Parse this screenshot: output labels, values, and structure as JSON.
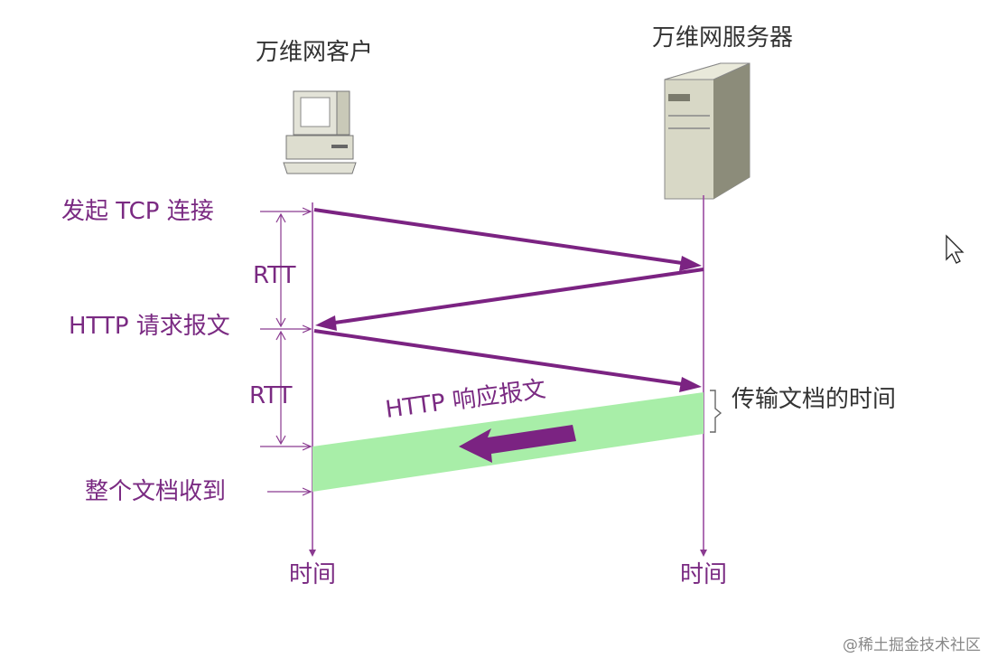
{
  "labels": {
    "client_title": "万维网客户",
    "server_title": "万维网服务器",
    "tcp_connect": "发起 TCP 连接",
    "rtt_1": "RTT",
    "http_request": "HTTP 请求报文",
    "rtt_2": "RTT",
    "http_response": "HTTP 响应报文",
    "transfer_time": "传输文档的时间",
    "doc_received": "整个文档收到",
    "client_time": "时间",
    "server_time": "时间"
  },
  "watermark": "@稀土掘金技术社区",
  "colors": {
    "arrow": "#7b2382",
    "timeline": "#9a4aa0",
    "label_purple": "#7a2a82",
    "transfer_band": "#a8eea8",
    "tick": "#8a3a90"
  },
  "icons": {
    "client": "desktop-computer-icon",
    "server": "server-tower-icon",
    "cursor": "mouse-cursor-icon"
  }
}
